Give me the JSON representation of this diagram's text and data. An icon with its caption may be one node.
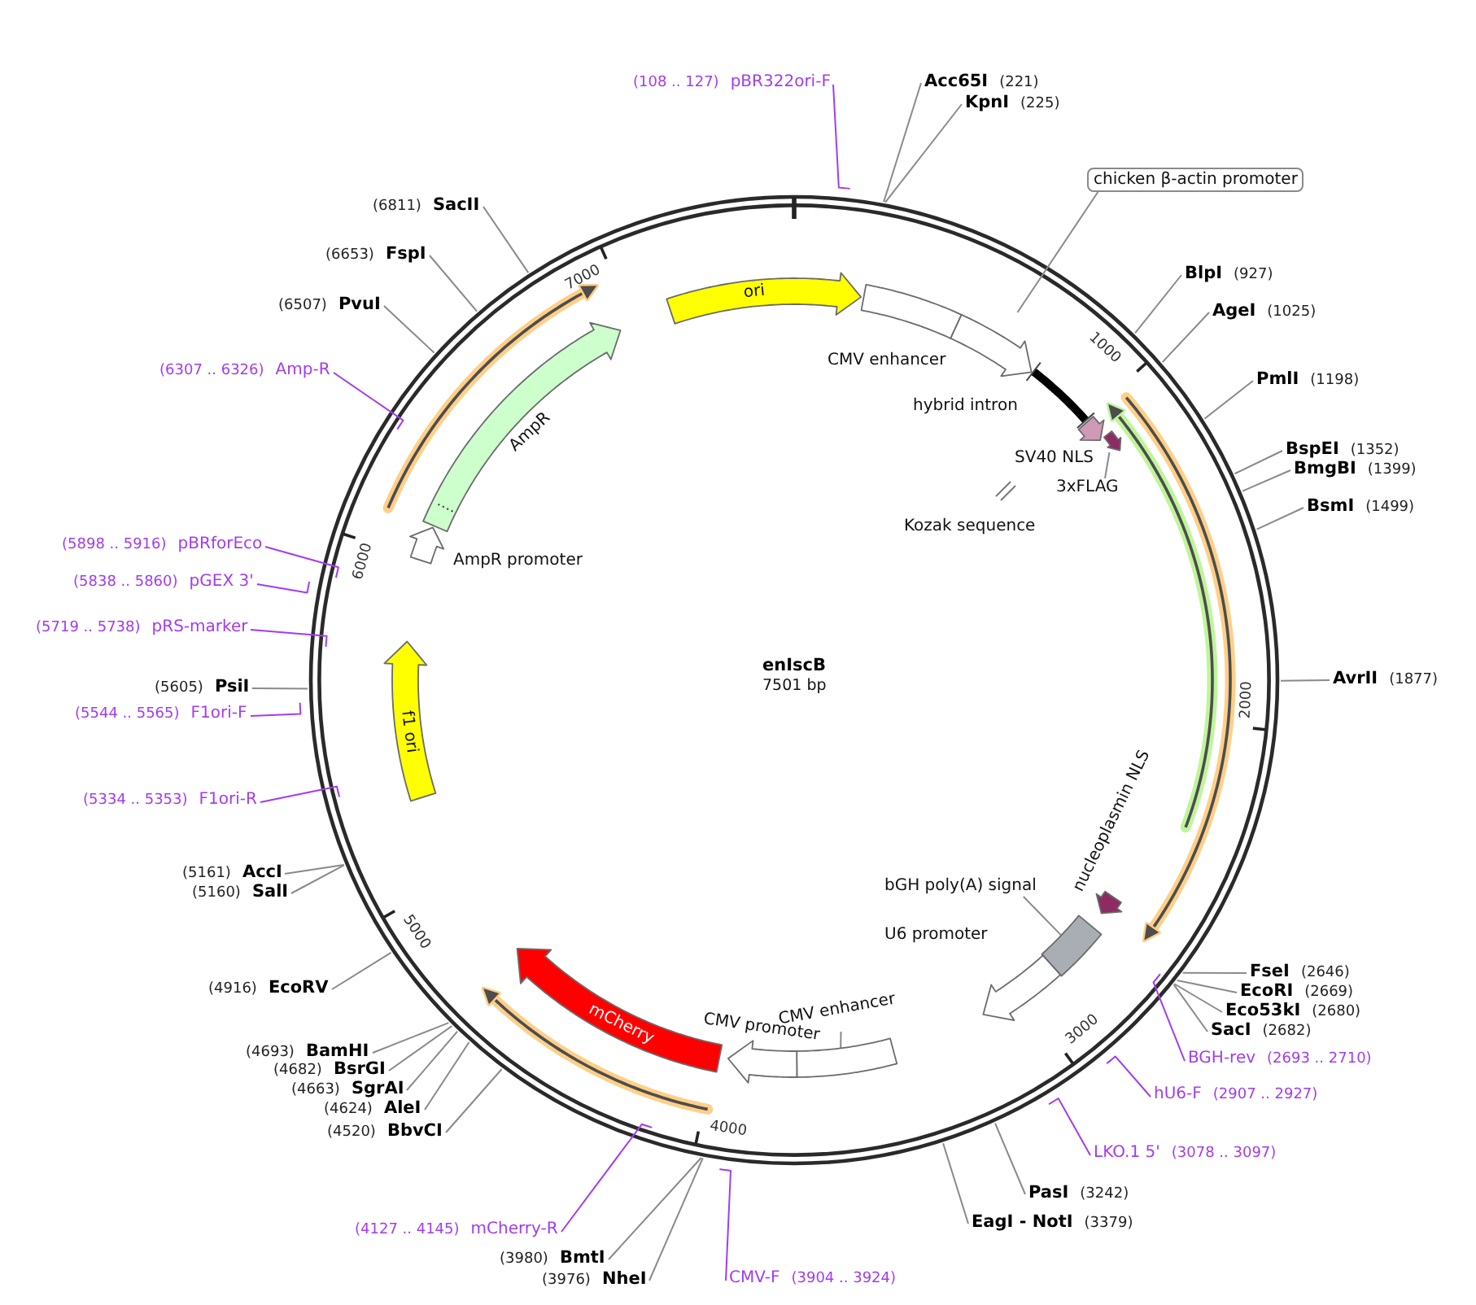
{
  "diagram": {
    "title": "enIscB",
    "nodes": [
      {
        "text": [
          "(108 .. 127)",
          "pBR322ori-F"
        ]
      },
      {
        "text": [
          "Acc65I",
          "(221)"
        ]
      },
      {
        "text": [
          "KpnI",
          "(225)"
        ]
      },
      {
        "text": [
          "chicken β-actin promoter"
        ]
      },
      {
        "text": [
          "BlpI",
          "(927)"
        ]
      },
      {
        "text": [
          "AgeI",
          "(1025)"
        ]
      },
      {
        "text": [
          "PmlI",
          "(1198)"
        ]
      },
      {
        "text": [
          "BspEI",
          "(1352)"
        ]
      },
      {
        "text": [
          "BmgBI",
          "(1399)"
        ]
      },
      {
        "text": [
          "BsmI",
          "(1499)"
        ]
      },
      {
        "text": [
          "AvrII",
          "(1877)"
        ]
      },
      {
        "text": [
          "FseI",
          "(2646)"
        ]
      },
      {
        "text": [
          "EcoRI",
          "(2669)"
        ]
      },
      {
        "text": [
          "Eco53kI",
          "(2680)"
        ]
      },
      {
        "text": [
          "SacI",
          "(2682)"
        ]
      },
      {
        "text": [
          "BGH-rev",
          "(2693 .. 2710)"
        ]
      },
      {
        "text": [
          "hU6-F",
          "(2907 .. 2927)"
        ]
      },
      {
        "text": [
          "LKO.1 5'",
          "(3078 .. 3097)"
        ]
      },
      {
        "text": [
          "PasI",
          "(3242)"
        ]
      },
      {
        "text": [
          "EagI - NotI",
          "(3379)"
        ]
      },
      {
        "text": [
          "CMV-F",
          "(3904 .. 3924)"
        ]
      },
      {
        "text": [
          "(3976)",
          "NheI"
        ]
      },
      {
        "text": [
          "(3980)",
          "BmtI"
        ]
      },
      {
        "text": [
          "(4127 .. 4145)",
          "mCherry-R"
        ]
      },
      {
        "text": [
          "(4520)",
          "BbvCI"
        ]
      },
      {
        "text": [
          "(4624)",
          "AleI"
        ]
      },
      {
        "text": [
          "(4663)",
          "SgrAI"
        ]
      },
      {
        "text": [
          "(4682)",
          "BsrGI"
        ]
      },
      {
        "text": [
          "(4693)",
          "BamHI"
        ]
      },
      {
        "text": [
          "(4916)",
          "EcoRV"
        ]
      },
      {
        "text": [
          "(5160)",
          "SalI"
        ]
      },
      {
        "text": [
          "(5161)",
          "AccI"
        ]
      },
      {
        "text": [
          "(5334 .. 5353)",
          "F1ori-R"
        ]
      },
      {
        "text": [
          "(5544 .. 5565)",
          "F1ori-F"
        ]
      },
      {
        "text": [
          "(5605)",
          "PsiI"
        ]
      },
      {
        "text": [
          "(5719 .. 5738)",
          "pRS-marker"
        ]
      },
      {
        "text": [
          "(5838 .. 5860)",
          "pGEX 3'"
        ]
      },
      {
        "text": [
          "(5898 .. 5916)",
          "pBRforEco"
        ]
      },
      {
        "text": [
          "(6307 .. 6326)",
          "Amp-R"
        ]
      },
      {
        "text": [
          "(6507)",
          "PvuI"
        ]
      },
      {
        "text": [
          "(6653)",
          "FspI"
        ]
      },
      {
        "text": [
          "(6811)",
          "SacII"
        ]
      },
      {
        "text": [
          "ori"
        ]
      },
      {
        "text": [
          "CMV enhancer"
        ]
      },
      {
        "text": [],
        "shape": "arrow"
      },
      {
        "text": [
          "hybrid intron"
        ]
      },
      {
        "text": [
          "SV40 NLS"
        ]
      },
      {
        "text": [
          "3xFLAG"
        ]
      },
      {
        "text": [],
        "shape": "arrow"
      },
      {
        "text": [
          "Kozak sequence"
        ]
      },
      {
        "text": [
          "nucleoplasmin NLS"
        ]
      },
      {
        "text": [
          "bGH poly(A) signal"
        ]
      },
      {
        "text": [],
        "shape": "box"
      },
      {
        "text": [
          "U6 promoter"
        ]
      },
      {
        "text": [
          "CMV enhancer"
        ]
      },
      {
        "text": [],
        "shape": "box"
      },
      {
        "text": [
          "CMV promoter"
        ]
      },
      {
        "text": [
          "mCherry"
        ]
      },
      {
        "text": [
          "f1 ori"
        ]
      },
      {
        "text": [
          "AmpR promoter"
        ]
      },
      {
        "text": [
          "AmpR"
        ]
      }
    ],
    "edges": [
      {
        "from": 0,
        "to": null,
        "arrow": "none",
        "color": "#a23cf0"
      },
      {
        "from": 1,
        "to": null,
        "arrow": "none"
      },
      {
        "from": 2,
        "to": null,
        "arrow": "none"
      },
      {
        "from": 3,
        "to": 44,
        "arrow": "none"
      },
      {
        "from": 4,
        "to": null,
        "arrow": "none"
      },
      {
        "from": 5,
        "to": null,
        "arrow": "none"
      },
      {
        "from": 6,
        "to": null,
        "arrow": "none"
      },
      {
        "from": 7,
        "to": null,
        "arrow": "none"
      },
      {
        "from": 8,
        "to": null,
        "arrow": "none"
      },
      {
        "from": 9,
        "to": null,
        "arrow": "none"
      },
      {
        "from": 10,
        "to": null,
        "arrow": "none"
      },
      {
        "from": 11,
        "to": null,
        "arrow": "none"
      },
      {
        "from": 12,
        "to": null,
        "arrow": "none"
      },
      {
        "from": 13,
        "to": null,
        "arrow": "none"
      },
      {
        "from": 14,
        "to": null,
        "arrow": "none"
      },
      {
        "from": 15,
        "to": null,
        "arrow": "none",
        "color": "#a23cf0"
      },
      {
        "from": 16,
        "to": null,
        "arrow": "none",
        "color": "#a23cf0"
      },
      {
        "from": 17,
        "to": null,
        "arrow": "none",
        "color": "#a23cf0"
      },
      {
        "from": 18,
        "to": null,
        "arrow": "none"
      },
      {
        "from": 19,
        "to": null,
        "arrow": "none"
      },
      {
        "from": 20,
        "to": null,
        "arrow": "none",
        "color": "#a23cf0"
      },
      {
        "from": 21,
        "to": null,
        "arrow": "none"
      },
      {
        "from": 22,
        "to": null,
        "arrow": "none"
      },
      {
        "from": 23,
        "to": null,
        "arrow": "none",
        "color": "#a23cf0"
      },
      {
        "from": 24,
        "to": null,
        "arrow": "none"
      },
      {
        "from": 25,
        "to": null,
        "arrow": "none"
      },
      {
        "from": 26,
        "to": null,
        "arrow": "none"
      },
      {
        "from": 27,
        "to": null,
        "arrow": "none"
      },
      {
        "from": 28,
        "to": null,
        "arrow": "none"
      },
      {
        "from": 29,
        "to": null,
        "arrow": "none"
      },
      {
        "from": 30,
        "to": null,
        "arrow": "none"
      },
      {
        "from": 31,
        "to": null,
        "arrow": "none"
      },
      {
        "from": 32,
        "to": null,
        "arrow": "none",
        "color": "#a23cf0"
      },
      {
        "from": 33,
        "to": null,
        "arrow": "none",
        "color": "#a23cf0"
      },
      {
        "from": 34,
        "to": null,
        "arrow": "none"
      },
      {
        "from": 35,
        "to": null,
        "arrow": "none",
        "color": "#a23cf0"
      },
      {
        "from": 36,
        "to": null,
        "arrow": "none",
        "color": "#a23cf0"
      },
      {
        "from": 37,
        "to": null,
        "arrow": "none",
        "color": "#a23cf0"
      },
      {
        "from": 38,
        "to": null,
        "arrow": "none",
        "color": "#a23cf0"
      },
      {
        "from": 39,
        "to": null,
        "arrow": "none"
      },
      {
        "from": 40,
        "to": null,
        "arrow": "none"
      },
      {
        "from": 41,
        "to": null,
        "arrow": "none"
      },
      {
        "from": 47,
        "to": 48,
        "arrow": "none"
      },
      {
        "from": 51,
        "to": 52,
        "arrow": "none"
      },
      {
        "from": 54,
        "to": 55,
        "arrow": "none"
      }
    ],
    "labels": [
      "7501 bp",
      "1000",
      "2000",
      "3000",
      "4000",
      "5000",
      "6000",
      "7000"
    ]
  }
}
